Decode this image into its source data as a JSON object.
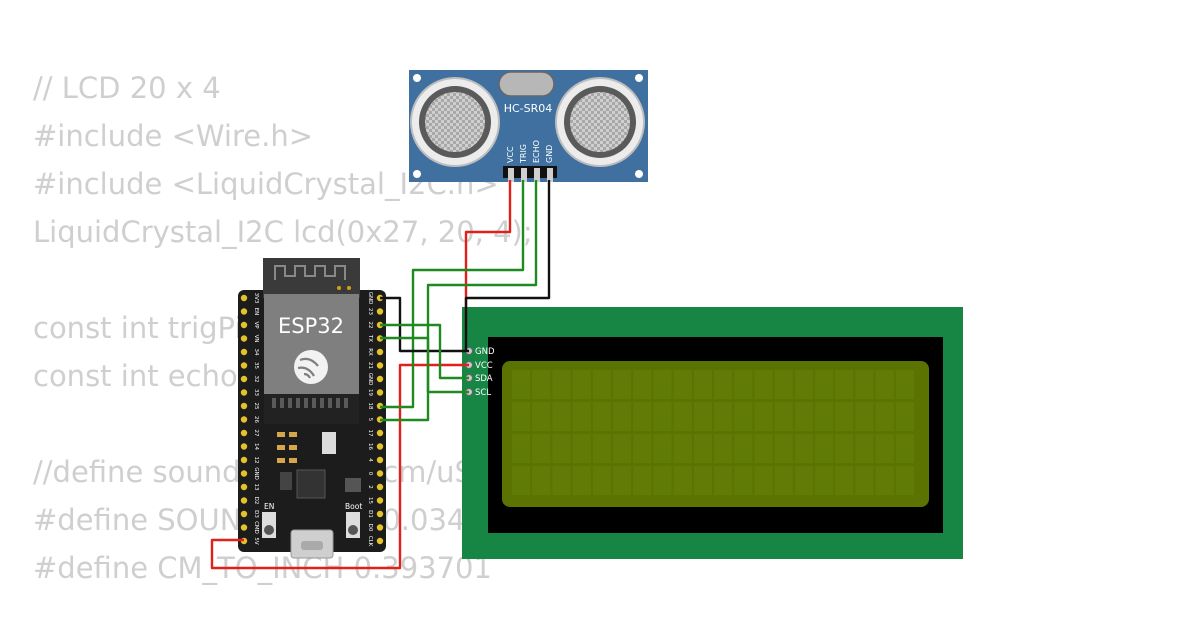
{
  "code_lines": [
    "// LCD 20 x 4",
    "#include <Wire.h>",
    "#include <LiquidCrystal_I2C.h>",
    "LiquidCrystal_I2C lcd(0x27, 20, 4);",
    "",
    "const int trigPin = 5;",
    "const int echoPin = 18;",
    "",
    "//define sound speed in cm/uS",
    "#define SOUND_SPEED 0.034",
    "#define CM_TO_INCH 0.393701"
  ],
  "sensor": {
    "name": "HC-SR04",
    "pins": [
      "VCC",
      "TRIG",
      "ECHO",
      "GND"
    ]
  },
  "esp32": {
    "name": "ESP32",
    "left_pins": [
      "3V3",
      "EN",
      "VP",
      "VN",
      "34",
      "35",
      "32",
      "33",
      "25",
      "26",
      "27",
      "14",
      "12",
      "GND",
      "13",
      "D2",
      "D3",
      "CMD",
      "5V"
    ],
    "right_pins": [
      "GND",
      "23",
      "22",
      "TX",
      "RX",
      "21",
      "GND",
      "19",
      "18",
      "5",
      "17",
      "16",
      "4",
      "0",
      "2",
      "15",
      "D1",
      "D0",
      "CLK"
    ],
    "button_en": "EN",
    "button_boot": "Boot"
  },
  "lcd": {
    "pins": [
      "GND",
      "VCC",
      "SDA",
      "SCL"
    ]
  },
  "colors": {
    "wire_red": "#e0201b",
    "wire_green": "#1f8a1f",
    "wire_black": "#111111",
    "pcb_green": "#178544",
    "lcd_screen": "#5b7300",
    "sensor_blue": "#3f70a0"
  }
}
